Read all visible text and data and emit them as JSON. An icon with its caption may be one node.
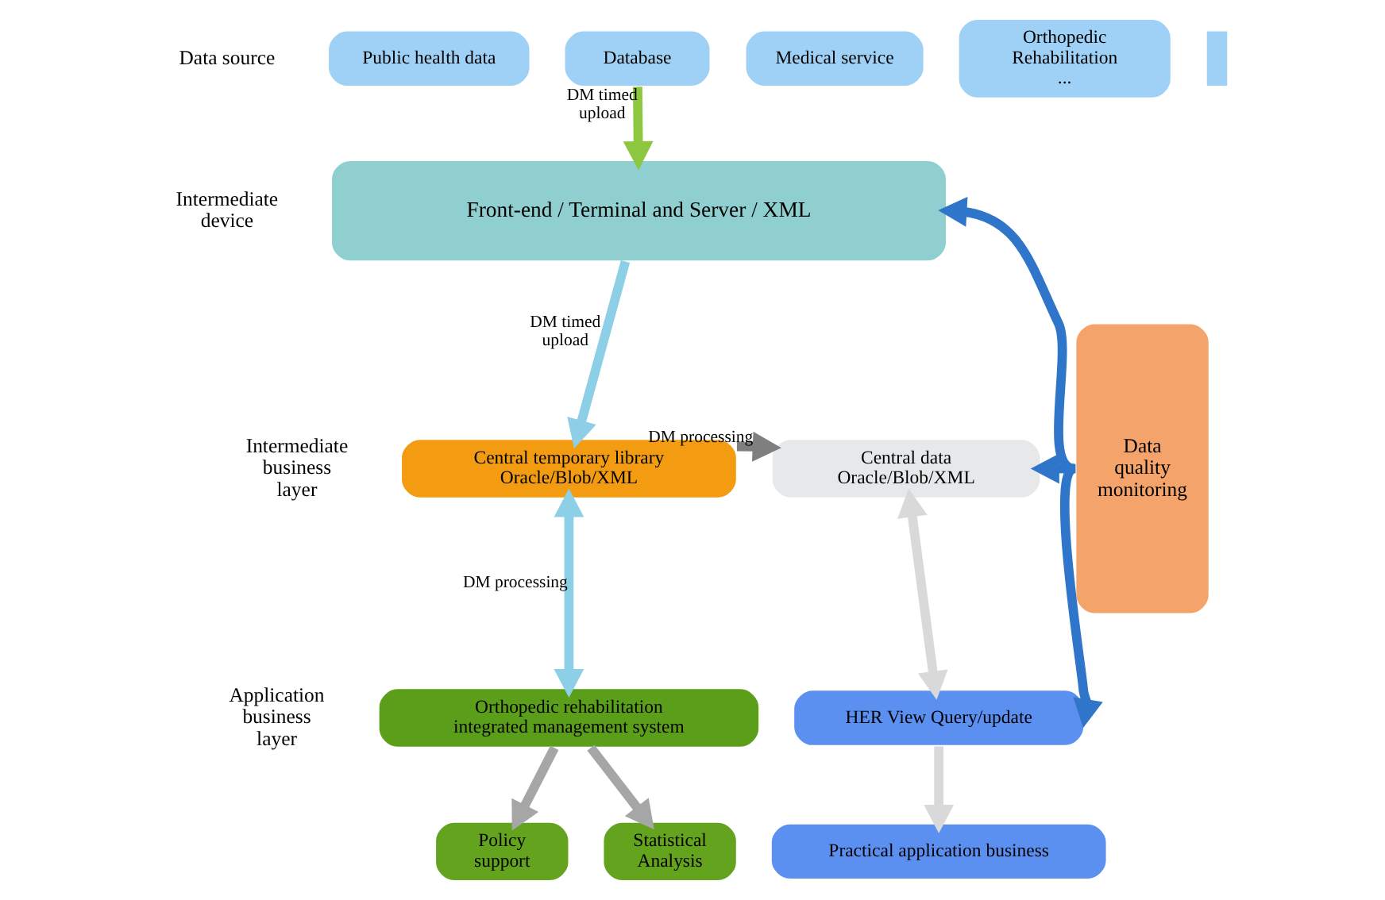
{
  "diagram": {
    "nodes": [
      {
        "text": [
          "Public health data"
        ]
      },
      {
        "text": [
          "Database"
        ]
      },
      {
        "text": [
          "Medical service"
        ]
      },
      {
        "text": [
          "Orthopedic Rehabilitation ..."
        ]
      },
      {
        "text": [],
        "shape": "box"
      },
      {
        "text": [
          "Front-end / Terminal and Server / XML"
        ]
      },
      {
        "text": [
          "Central temporary library Oracle/Blob/XML"
        ]
      },
      {
        "text": [
          "Central data Oracle/Blob/XML"
        ]
      },
      {
        "text": [
          "Orthopedic rehabilitation integrated management system"
        ]
      },
      {
        "text": [
          "HER View Query/update"
        ]
      },
      {
        "text": [
          "Policy support"
        ]
      },
      {
        "text": [
          "Statistical Analysis"
        ]
      },
      {
        "text": [
          "Practical application business"
        ]
      },
      {
        "text": [
          "Data quality monitoring"
        ]
      }
    ],
    "edges": [
      {
        "from": 1,
        "to": 5,
        "arrow": "to",
        "label": "DM timed upload",
        "color": "#8dc63f"
      },
      {
        "from": 5,
        "to": 6,
        "arrow": "to",
        "label": "DM timed upload",
        "color": "#8ecfe8"
      },
      {
        "from": 6,
        "to": 7,
        "arrow": "to",
        "label": "DM processing",
        "color": "#7f7f7f"
      },
      {
        "from": 6,
        "to": 8,
        "arrow": "both",
        "label": "DM processing",
        "color": "#8ecfe8"
      },
      {
        "from": 7,
        "to": 9,
        "arrow": "both",
        "color": "#d9d9d9"
      },
      {
        "from": 9,
        "to": 12,
        "arrow": "to",
        "color": "#d9d9d9"
      },
      {
        "from": 8,
        "to": 10,
        "arrow": "to",
        "color": "#a6a6a6"
      },
      {
        "from": 8,
        "to": 11,
        "arrow": "to",
        "color": "#a6a6a6"
      },
      {
        "from": 13,
        "to": 5,
        "arrow": "to"
      },
      {
        "from": 13,
        "to": 7,
        "arrow": "to"
      },
      {
        "from": 13,
        "to": 9,
        "arrow": "to"
      }
    ],
    "labels": [
      "Data source",
      "Intermediate device",
      "Intermediate business layer",
      "Application business layer"
    ]
  }
}
